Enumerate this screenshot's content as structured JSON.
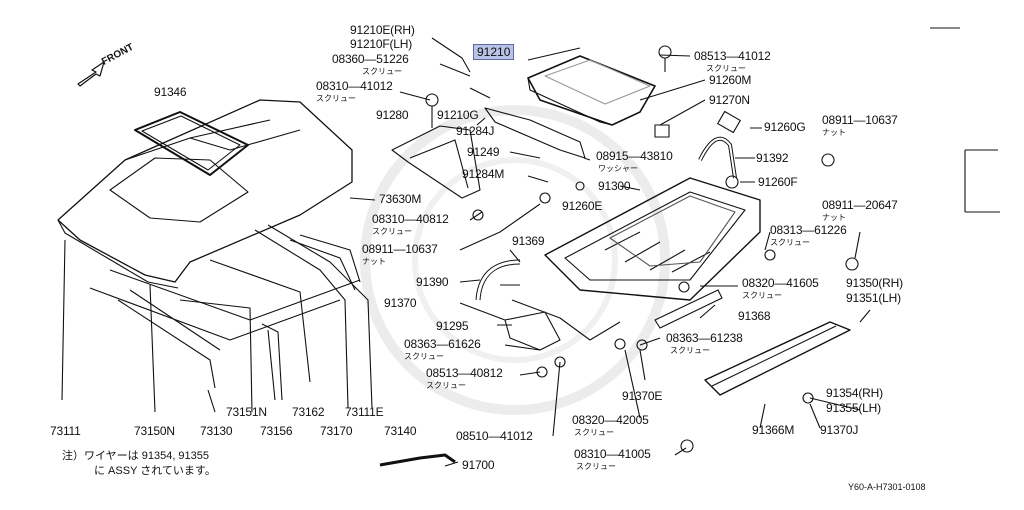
{
  "front_label": "FRONT",
  "highlight_part": "91210",
  "labels": {
    "p91210E": "91210E(RH)",
    "p91210F": "91210F(LH)",
    "p08360": "08360—51226",
    "p08310a": "08310—41012",
    "p91346": "91346",
    "p91280": "91280",
    "p91210G": "91210G",
    "p91284J": "91284J",
    "p91249": "91249",
    "p91284M": "91284M",
    "p08310b": "08310—40812",
    "p73630M": "73630M",
    "p08911a": "08911—10637",
    "p91369": "91369",
    "p91390": "91390",
    "p91370": "91370",
    "p91295": "91295",
    "p08363a": "08363—61626",
    "p08513b": "08513—40812",
    "p08510": "08510—41012",
    "p91700": "91700",
    "p08513a": "08513—41012",
    "p91260M": "91260M",
    "p91270N": "91270N",
    "p91260G": "91260G",
    "p08911b": "08911—10637",
    "p08915": "08915—43810",
    "p91392": "91392",
    "p91300": "91300",
    "p91260F": "91260F",
    "p91260E": "91260E",
    "p08911c": "08911—20647",
    "p08313": "08313—61226",
    "p08320a": "08320—41605",
    "p91368": "91368",
    "p08363b": "08363—61238",
    "p91350": "91350(RH)",
    "p91351": "91351(LH)",
    "p91354": "91354(RH)",
    "p91355": "91355(LH)",
    "p91366M": "91366M",
    "p91370J": "91370J",
    "p91370E": "91370E",
    "p08320b": "08320—42005",
    "p08310c": "08310—41005",
    "p73111": "73111",
    "p73150N": "73150N",
    "p73130": "73130",
    "p73151N": "73151N",
    "p73156": "73156",
    "p73162": "73162",
    "p73170": "73170",
    "p73111E": "73111E",
    "p73140": "73140"
  },
  "subs": {
    "screw": "スクリュー",
    "nut": "ナット",
    "washer": "ワッシャー"
  },
  "note": {
    "line1": "注）ワイヤーは 91354, 91355",
    "line2": "に ASSY されています。"
  },
  "code": "Y60-A-H7301-0108"
}
